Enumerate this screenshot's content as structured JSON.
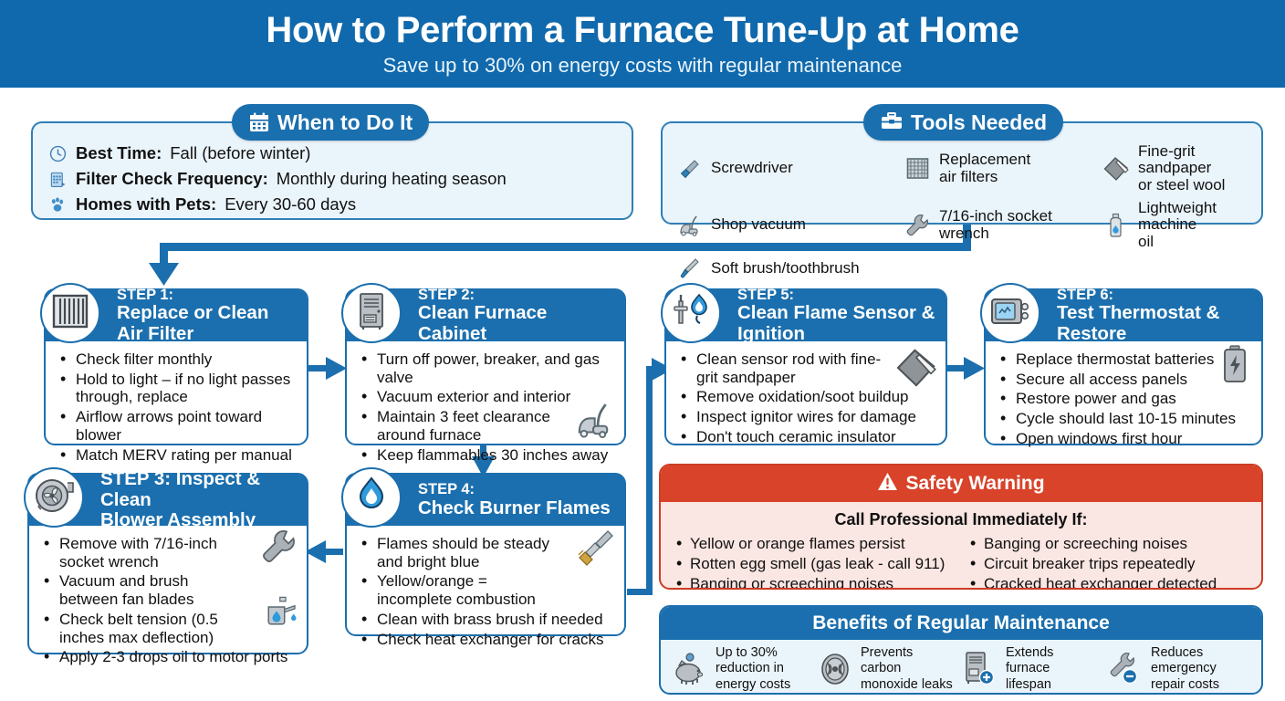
{
  "header": {
    "title": "How to Perform a Furnace Tune-Up at Home",
    "subtitle": "Save up to 30% on energy costs with regular maintenance"
  },
  "colors": {
    "brand_blue": "#1069ac",
    "card_blue": "#1b6fae",
    "panel_bg": "#eaf4fb",
    "warning_red": "#d8432a",
    "warning_bg": "#fae6e2"
  },
  "when_panel": {
    "tab_label": "When to Do It",
    "tab_icon": "calendar-icon",
    "rows": [
      {
        "icon": "clock-icon",
        "label": "Best Time:",
        "value": "Fall (before winter)"
      },
      {
        "icon": "filter-calendar-icon",
        "label": "Filter Check Frequency:",
        "value": "Monthly during heating season"
      },
      {
        "icon": "paw-print-icon",
        "label": "Homes with Pets:",
        "value": "Every 30-60 days"
      }
    ]
  },
  "tools_panel": {
    "tab_label": "Tools Needed",
    "tab_icon": "toolbox-icon",
    "items": [
      {
        "icon": "screwdriver-icon",
        "label": "Screwdriver"
      },
      {
        "icon": "air-filter-icon",
        "label": "Replacement\nair filters"
      },
      {
        "icon": "sandpaper-icon",
        "label": "Fine-grit sandpaper\nor steel wool"
      },
      {
        "icon": "shop-vacuum-icon",
        "label": "Shop vacuum"
      },
      {
        "icon": "wrench-icon",
        "label": "7/16-inch socket\nwrench"
      },
      {
        "icon": "oil-bottle-icon",
        "label": "Lightweight machine\noil"
      },
      {
        "icon": "brush-icon",
        "label": "Soft brush/toothbrush"
      },
      {
        "icon": "",
        "label": ""
      },
      {
        "icon": "",
        "label": ""
      }
    ]
  },
  "steps": [
    {
      "badge_icon": "air-filter-grid-icon",
      "number": "STEP 1:",
      "title": "Replace or Clean Air Filter",
      "bullets": [
        "Check filter monthly",
        "Hold to light – if no light passes through, replace",
        "Airflow arrows point toward blower",
        "Match MERV rating per manual"
      ]
    },
    {
      "badge_icon": "furnace-cabinet-icon",
      "number": "STEP 2:",
      "title": "Clean Furnace Cabinet",
      "bullets": [
        "Turn off power, breaker, and gas valve",
        "Vacuum exterior and interior",
        "Maintain 3 feet clearance around furnace",
        "Keep flammables 30 inches away"
      ],
      "deco_icon": "shop-vacuum-icon"
    },
    {
      "badge_icon": "blower-fan-icon",
      "number": "STEP 3: Inspect & Clean",
      "title": "Blower Assembly",
      "inline_title": true,
      "bullets": [
        "Remove with 7/16-inch socket wrench",
        "Vacuum and brush between fan blades",
        "Check belt tension (0.5 inches max deflection)",
        "Apply 2-3 drops oil to motor ports"
      ],
      "deco_icon": "wrench-icon",
      "deco_icon2": "oil-can-icon"
    },
    {
      "badge_icon": "flame-icon",
      "number": "STEP 4:",
      "title": "Check Burner Flames",
      "bullets": [
        "Flames should be steady and bright blue",
        "Yellow/orange = incomplete combustion",
        "Clean with brass brush if needed",
        "Check heat exchanger for cracks"
      ],
      "deco_icon": "brass-brush-icon"
    },
    {
      "badge_icon": "flame-sensor-icon",
      "number": "STEP 5:",
      "title": "Clean Flame Sensor & Ignition",
      "bullets": [
        "Clean sensor rod with fine-grit sandpaper",
        "Remove oxidation/soot buildup",
        "Inspect ignitor wires for damage",
        "Don't touch ceramic insulator"
      ],
      "deco_icon": "sandpaper-icon"
    },
    {
      "badge_icon": "thermostat-icon",
      "number": "STEP 6:",
      "title": "Test Thermostat & Restore",
      "bullets": [
        "Replace thermostat batteries",
        "Secure all access panels",
        "Restore power and gas",
        "Cycle should last 10-15 minutes",
        "Open windows first hour"
      ],
      "deco_icon": "battery-icon"
    }
  ],
  "warning": {
    "icon": "warning-triangle-icon",
    "title": "Safety Warning",
    "subtitle": "Call Professional Immediately If:",
    "left_items": [
      "Yellow or orange flames persist",
      "Rotten egg smell (gas leak - call 911)",
      "Banging or screeching noises"
    ],
    "right_items": [
      "Banging or screeching noises",
      "Circuit breaker trips repeatedly",
      "Cracked heat exchanger detected"
    ]
  },
  "benefits": {
    "title": "Benefits of Regular Maintenance",
    "items": [
      {
        "icon": "piggy-bank-icon",
        "text": "Up to 30%\nreduction in\nenergy costs"
      },
      {
        "icon": "co-detector-icon",
        "text": "Prevents\ncarbon\nmonoxide leaks"
      },
      {
        "icon": "furnace-plus-icon",
        "text": "Extends\nfurnace\nlifespan"
      },
      {
        "icon": "wrench-minus-icon",
        "text": "Reduces\nemergency\nrepair costs"
      }
    ]
  }
}
